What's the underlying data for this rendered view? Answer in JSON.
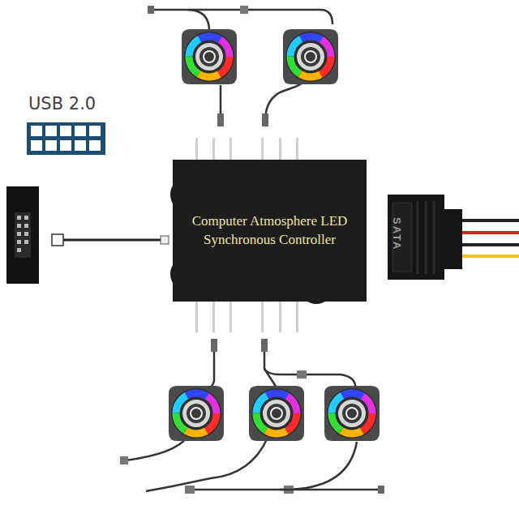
{
  "diagram": {
    "nodes": [
      {
        "text": [
          "Computer Atmosphere LED Synchronous Controller"
        ]
      }
    ],
    "labels": [
      "USB 2.0",
      "SATA"
    ]
  }
}
